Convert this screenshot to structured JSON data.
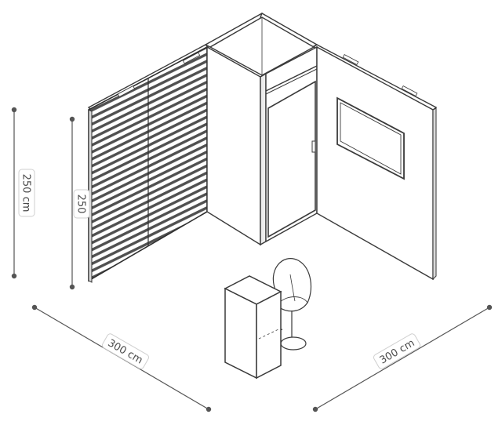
{
  "dimensions": {
    "height_outer": "250 cm",
    "height_inner": "250",
    "width_left": "300 cm",
    "width_right": "300 cm"
  },
  "colors": {
    "line": "#3a3a3a",
    "panel": "#ffffff",
    "slat": "#5a5a5a",
    "dimension": "#555555",
    "label_border": "#cfcfcf"
  }
}
